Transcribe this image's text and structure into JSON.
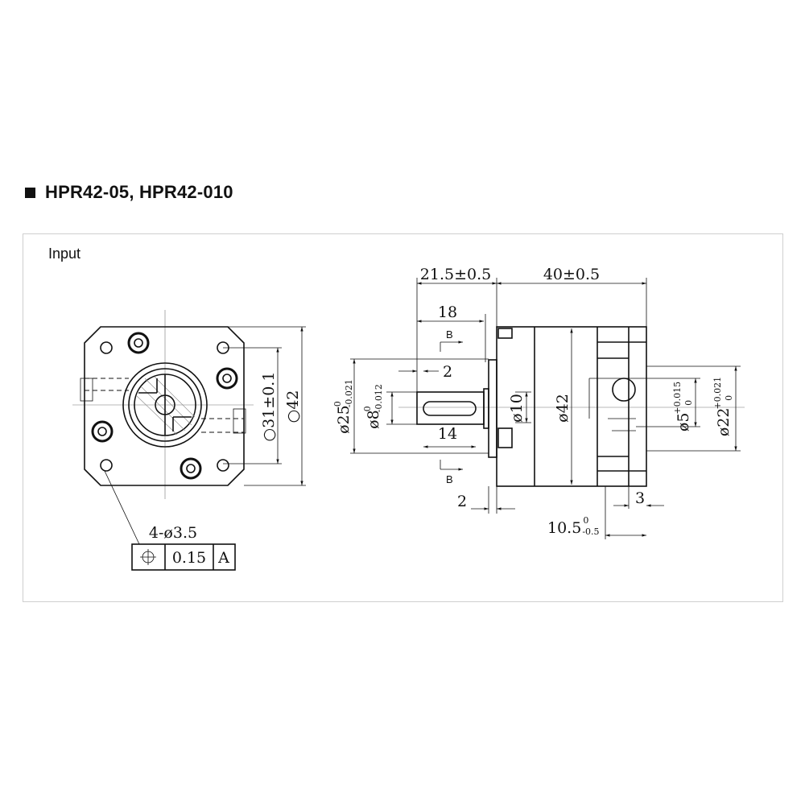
{
  "header": {
    "title": "HPR42-05, HPR42-010"
  },
  "panel": {
    "label": "Input"
  },
  "front_view": {
    "pcd_dim": "○31±0.1",
    "square_dim": "○42",
    "hole_callout": "4-ø3.5",
    "gdt": {
      "symbol": "position-icon",
      "tolerance": "0.15",
      "datum": "A"
    }
  },
  "side_view": {
    "shaft_length": "21.5±0.5",
    "body_length": "40±0.5",
    "shaft_18": "18",
    "section_mark": "B",
    "section_mark_bottom": "B",
    "key_offset": "2",
    "key_length": "14",
    "flange_2": "2",
    "pilot_dia": {
      "main": "ø25",
      "upper": "0",
      "lower": "-0.021"
    },
    "shaft_dia": {
      "main": "ø8",
      "upper": "0",
      "lower": "-0.012"
    },
    "hub_dia": "ø10",
    "body_dia": "ø42",
    "input_bore": {
      "main": "ø5",
      "upper": "+0.015",
      "lower": "0"
    },
    "input_pilot": {
      "main": "ø22",
      "upper": "+0.021",
      "lower": "0"
    },
    "rear_3": "3",
    "motor_shaft": {
      "main": "10.5",
      "upper": "0",
      "lower": "-0.5"
    }
  }
}
